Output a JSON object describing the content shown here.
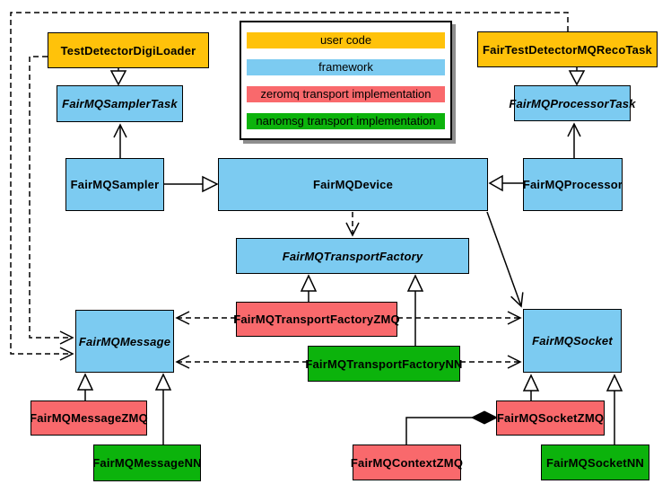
{
  "colors": {
    "user_code": "#FFC20A",
    "framework": "#7CCBF1",
    "zeromq": "#F9696C",
    "nanomsg": "#0CB30C",
    "line": "#000000",
    "legend_shadow": "#8E8E8E"
  },
  "legend": {
    "items": [
      {
        "label": "user code",
        "color": "#FFC20A"
      },
      {
        "label": "framework",
        "color": "#7CCBF1"
      },
      {
        "label": "zeromq transport implementation",
        "color": "#F9696C"
      },
      {
        "label": "nanomsg transport implementation",
        "color": "#0CB30C"
      }
    ]
  },
  "nodes": [
    {
      "id": "test-detector-digi-loader",
      "label": "TestDetectorDigiLoader",
      "category": "user code",
      "abstract": false
    },
    {
      "id": "fair-test-detector-mq-reco-task",
      "label": "FairTestDetectorMQRecoTask",
      "category": "user code",
      "abstract": false
    },
    {
      "id": "fairmq-sampler-task",
      "label": "FairMQSamplerTask",
      "category": "framework",
      "abstract": true
    },
    {
      "id": "fairmq-processor-task",
      "label": "FairMQProcessorTask",
      "category": "framework",
      "abstract": true
    },
    {
      "id": "fairmq-sampler",
      "label": "FairMQSampler",
      "category": "framework",
      "abstract": false
    },
    {
      "id": "fairmq-device",
      "label": "FairMQDevice",
      "category": "framework",
      "abstract": false
    },
    {
      "id": "fairmq-processor",
      "label": "FairMQProcessor",
      "category": "framework",
      "abstract": false
    },
    {
      "id": "fairmq-transport-factory",
      "label": "FairMQTransportFactory",
      "category": "framework",
      "abstract": true
    },
    {
      "id": "fairmq-transport-factory-zmq",
      "label": "FairMQTransportFactoryZMQ",
      "category": "zeromq transport implementation",
      "abstract": false
    },
    {
      "id": "fairmq-transport-factory-nn",
      "label": "FairMQTransportFactoryNN",
      "category": "nanomsg transport implementation",
      "abstract": false
    },
    {
      "id": "fairmq-message",
      "label": "FairMQMessage",
      "category": "framework",
      "abstract": true
    },
    {
      "id": "fairmq-socket",
      "label": "FairMQSocket",
      "category": "framework",
      "abstract": true
    },
    {
      "id": "fairmq-message-zmq",
      "label": "FairMQMessageZMQ",
      "category": "zeromq transport implementation",
      "abstract": false
    },
    {
      "id": "fairmq-message-nn",
      "label": "FairMQMessageNN",
      "category": "nanomsg transport implementation",
      "abstract": false
    },
    {
      "id": "fairmq-socket-zmq",
      "label": "FairMQSocketZMQ",
      "category": "zeromq transport implementation",
      "abstract": false
    },
    {
      "id": "fairmq-socket-nn",
      "label": "FairMQSocketNN",
      "category": "nanomsg transport implementation",
      "abstract": false
    },
    {
      "id": "fairmq-context-zmq",
      "label": "FairMQContextZMQ",
      "category": "zeromq transport implementation",
      "abstract": false
    }
  ],
  "relationships": [
    {
      "from": "TestDetectorDigiLoader",
      "to": "FairMQSamplerTask",
      "type": "generalization"
    },
    {
      "from": "FairTestDetectorMQRecoTask",
      "to": "FairMQProcessorTask",
      "type": "generalization"
    },
    {
      "from": "FairMQSampler",
      "to": "FairMQSamplerTask",
      "type": "association"
    },
    {
      "from": "FairMQProcessor",
      "to": "FairMQProcessorTask",
      "type": "association"
    },
    {
      "from": "FairMQSampler",
      "to": "FairMQDevice",
      "type": "generalization"
    },
    {
      "from": "FairMQProcessor",
      "to": "FairMQDevice",
      "type": "generalization"
    },
    {
      "from": "FairMQDevice",
      "to": "FairMQTransportFactory",
      "type": "dependency"
    },
    {
      "from": "FairMQDevice",
      "to": "FairMQSocket",
      "type": "association"
    },
    {
      "from": "FairMQTransportFactoryZMQ",
      "to": "FairMQTransportFactory",
      "type": "generalization"
    },
    {
      "from": "FairMQTransportFactoryNN",
      "to": "FairMQTransportFactory",
      "type": "generalization"
    },
    {
      "from": "FairMQTransportFactoryZMQ",
      "to": "FairMQMessage",
      "type": "dependency"
    },
    {
      "from": "FairMQTransportFactoryZMQ",
      "to": "FairMQSocket",
      "type": "dependency"
    },
    {
      "from": "FairMQTransportFactoryNN",
      "to": "FairMQMessage",
      "type": "dependency"
    },
    {
      "from": "FairMQTransportFactoryNN",
      "to": "FairMQSocket",
      "type": "dependency"
    },
    {
      "from": "FairMQMessageZMQ",
      "to": "FairMQMessage",
      "type": "generalization"
    },
    {
      "from": "FairMQMessageNN",
      "to": "FairMQMessage",
      "type": "generalization"
    },
    {
      "from": "FairMQSocketZMQ",
      "to": "FairMQSocket",
      "type": "generalization"
    },
    {
      "from": "FairMQSocketNN",
      "to": "FairMQSocket",
      "type": "generalization"
    },
    {
      "from": "FairMQContextZMQ",
      "to": "FairMQSocketZMQ",
      "type": "composition"
    },
    {
      "from": "TestDetectorDigiLoader",
      "to": "FairMQMessage",
      "type": "dependency"
    },
    {
      "from": "FairTestDetectorMQRecoTask",
      "to": "FairMQMessage",
      "type": "dependency"
    }
  ]
}
